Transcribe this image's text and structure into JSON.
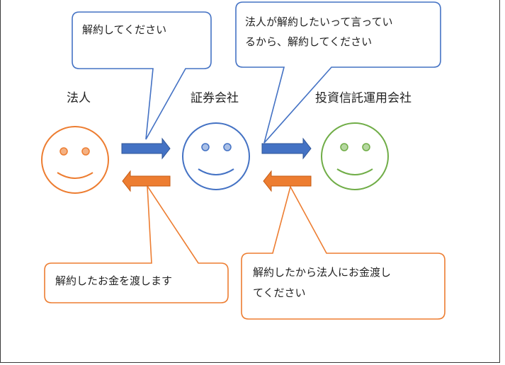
{
  "actors": {
    "corporation": "法人",
    "securities_company": "証券会社",
    "fund_manager": "投資信託運用会社"
  },
  "bubbles": {
    "top_left": "解約してください",
    "top_right_line1": "法人が解約したいって言ってい",
    "top_right_line2": "るから、解約してください",
    "bottom_left": "解約したお金を渡します",
    "bottom_right_line1": "解約したから法人にお金渡し",
    "bottom_right_line2": "てください"
  },
  "colors": {
    "corporation": "#ED7D31",
    "securities_company": "#4472C4",
    "fund_manager": "#70AD47",
    "request_arrow": "#4472C4",
    "payment_arrow": "#ED7D31"
  }
}
